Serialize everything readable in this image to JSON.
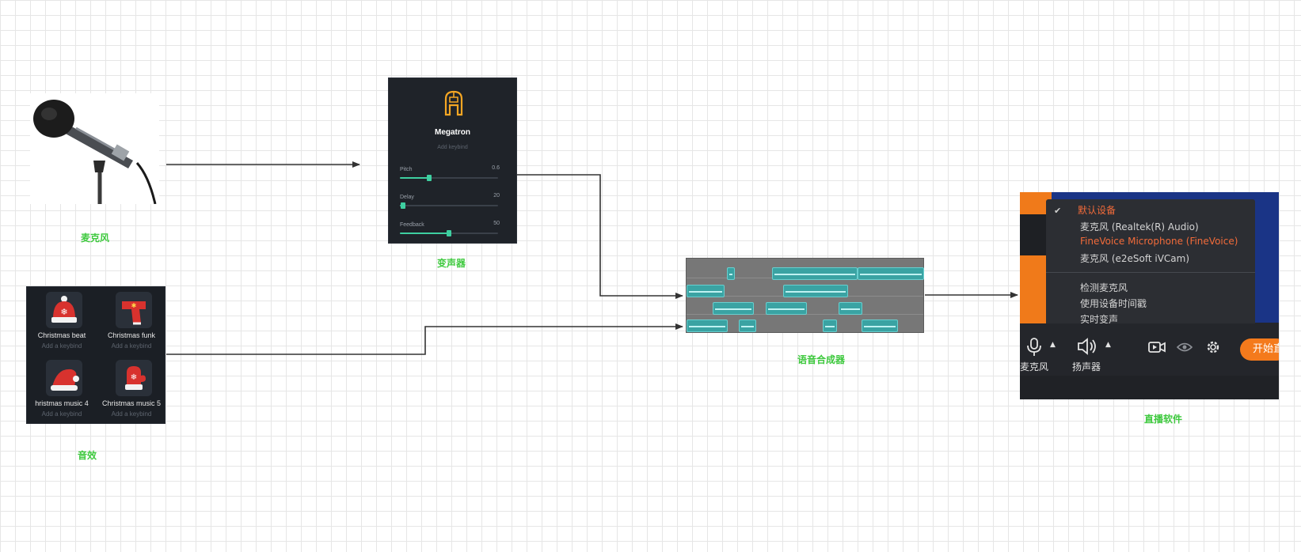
{
  "captions": {
    "microphone": "麦克风",
    "voice_changer": "变声器",
    "sound_effects": "音效",
    "synthesizer": "语音合成器",
    "streaming_software": "直播软件"
  },
  "voice_changer": {
    "name": "Megatron",
    "keybind": "Add keybind",
    "sliders": [
      {
        "label": "Pitch",
        "value": "0.6",
        "fraction": 0.3
      },
      {
        "label": "Delay",
        "value": "20",
        "fraction": 0.03
      },
      {
        "label": "Feedback",
        "value": "50",
        "fraction": 0.5
      }
    ],
    "accent": "#3ecfa0",
    "icon": "megatron-helmet-icon"
  },
  "sound_effects": {
    "items": [
      {
        "name": "Christmas beat",
        "keybind": "Add a keybind",
        "icon": "snowflake-hat-icon"
      },
      {
        "name": "Christmas funk",
        "keybind": "Add a keybind",
        "icon": "scarf-icon"
      },
      {
        "name": "hristmas music 4",
        "keybind": "Add a keybind",
        "icon": "santa-hat-icon"
      },
      {
        "name": "Christmas music 5",
        "keybind": "Add a keybind",
        "icon": "mitten-icon"
      }
    ]
  },
  "streaming": {
    "menu": {
      "default_device": "默认设备",
      "devices": [
        "麦克风 (Realtek(R) Audio)",
        "FineVoice Microphone (FineVoice)",
        "麦克风 (e2eSoft iVCam)"
      ],
      "highlighted_device_index": 1,
      "options": [
        "检测麦克风",
        "使用设备时间戳",
        "实时变声"
      ]
    },
    "toolbar": {
      "mic_label": "麦克风",
      "speaker_label": "扬声器",
      "start_label": "开始直"
    },
    "accent": "#f47a1c"
  }
}
